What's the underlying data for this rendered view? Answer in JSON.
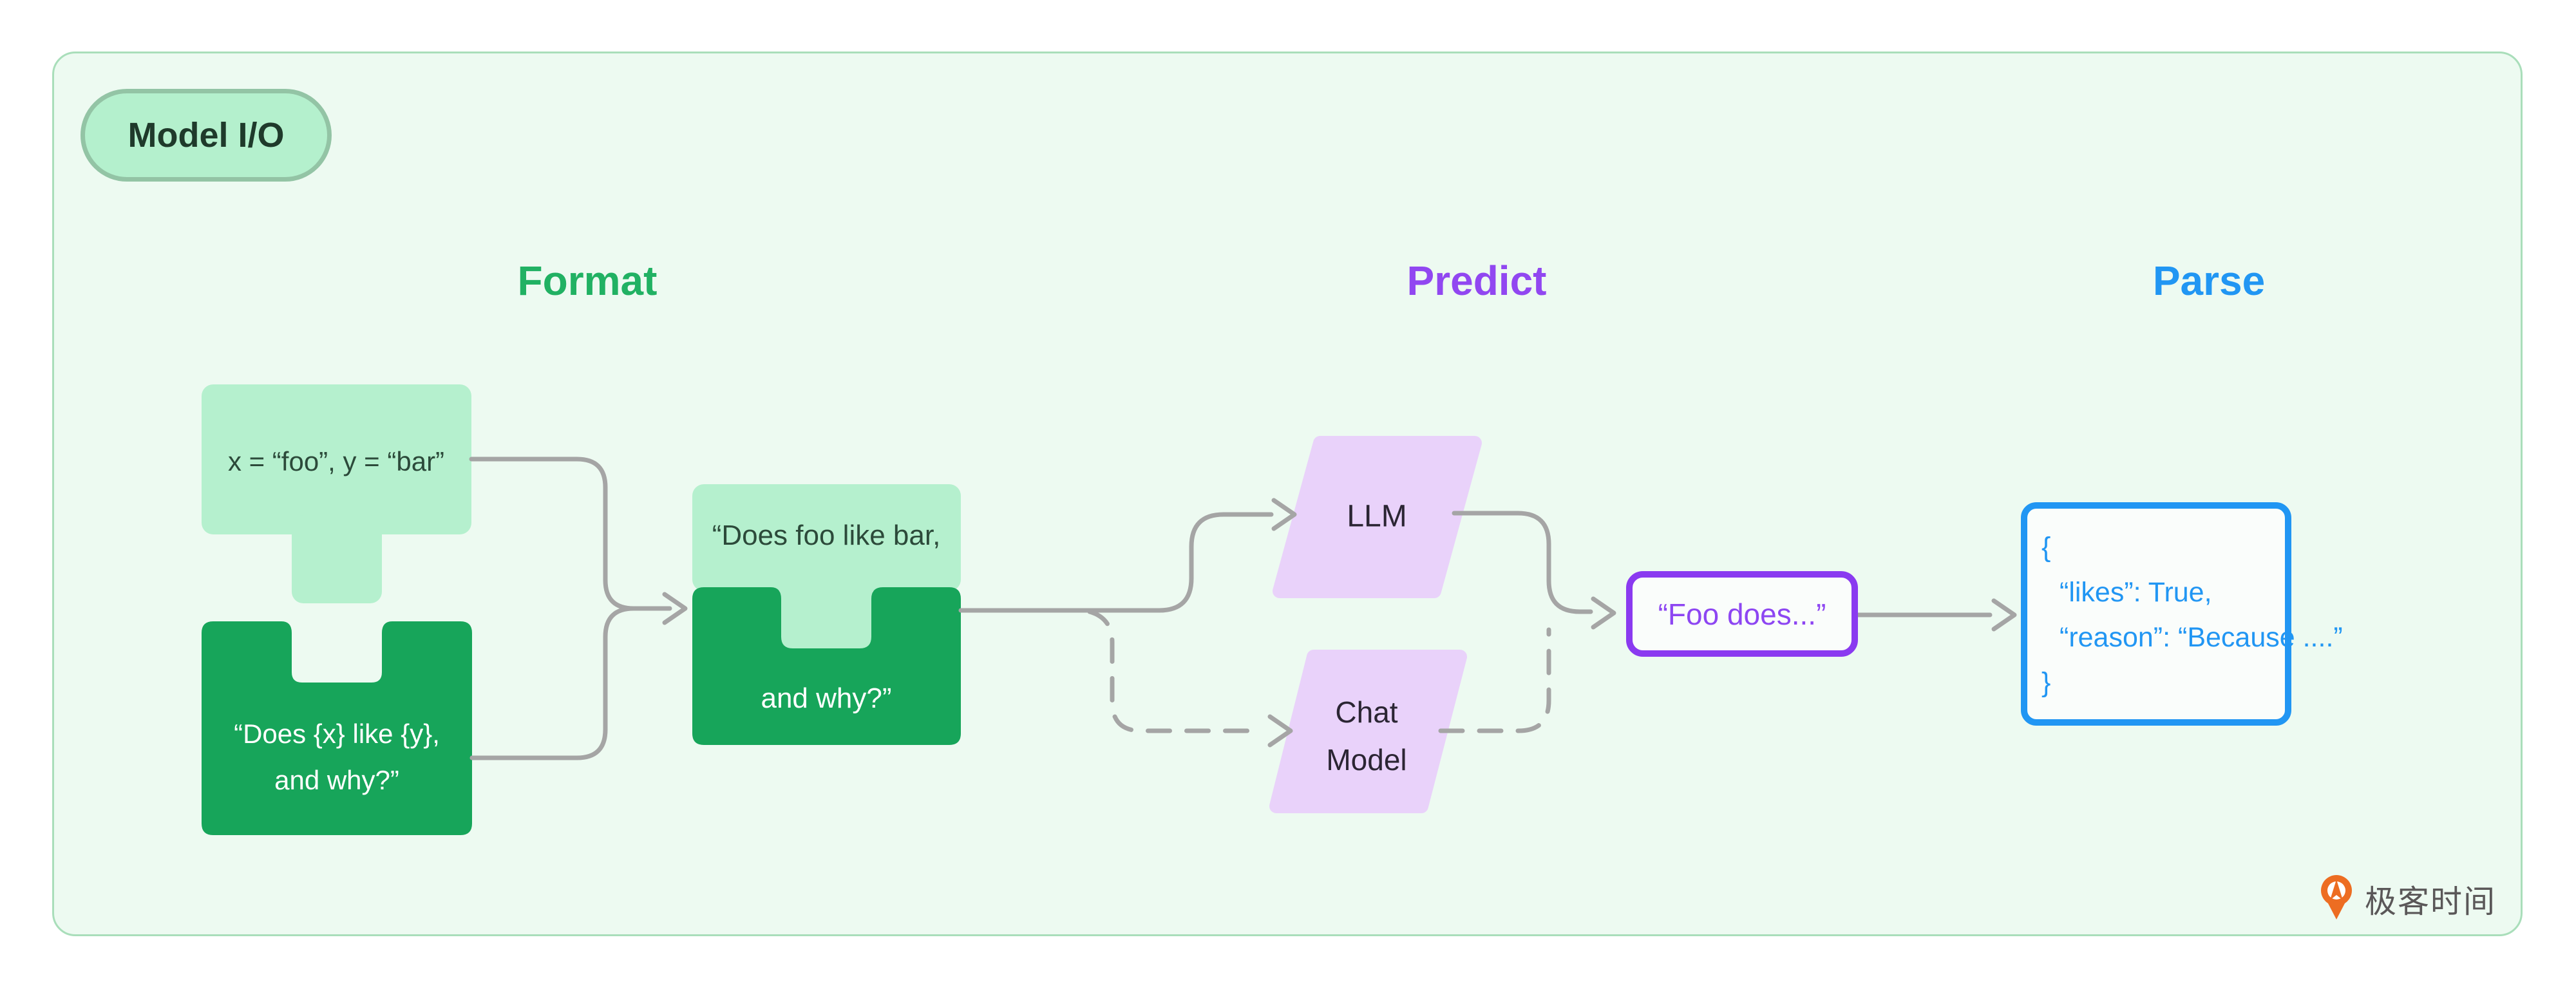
{
  "header": {
    "badge": "Model I/O"
  },
  "format_stage": {
    "heading": "Format",
    "input_values": "x = “foo”, y = “bar”",
    "prompt_template": {
      "line1": "“Does {x} like {y},",
      "line2": "and why?”"
    },
    "formatted_prompt": {
      "line1": "“Does foo like bar,",
      "line2": "and why?”"
    }
  },
  "predict_stage": {
    "heading": "Predict",
    "llm_label": "LLM",
    "chat_model": {
      "line1": "Chat",
      "line2": "Model"
    },
    "model_output": "“Foo does...”"
  },
  "parse_stage": {
    "heading": "Parse",
    "parsed_json": {
      "line1": "{",
      "line2": "“likes”: True,",
      "line3": "“reason”: “Because ....”",
      "line4": "}"
    }
  },
  "footer": {
    "brand_name": "极客时间"
  },
  "colors": {
    "page_bg": "#ffffff",
    "panel_bg": "#edfaf1",
    "panel_border": "#a9deba",
    "badge_fill": "#b4f0cd",
    "badge_border": "#93c4a5",
    "badge_text": "#1f3a2b",
    "green_heading": "#21b163",
    "green_light": "#b5f0ce",
    "green_dark": "#17a55a",
    "green_text_dark": "#2c4a3a",
    "white_text": "#ffffff",
    "purple_heading": "#9147f1",
    "purple_light": "#e9d2fa",
    "purple_border": "#8a3af0",
    "purple_text": "#8d46f2",
    "dark_text": "#2b2533",
    "blue": "#2196f3",
    "connector_gray": "#a5a5a5",
    "box_bg": "#fafdfb",
    "logo_orange": "#ed6d22",
    "logo_text": "#5a5758"
  }
}
